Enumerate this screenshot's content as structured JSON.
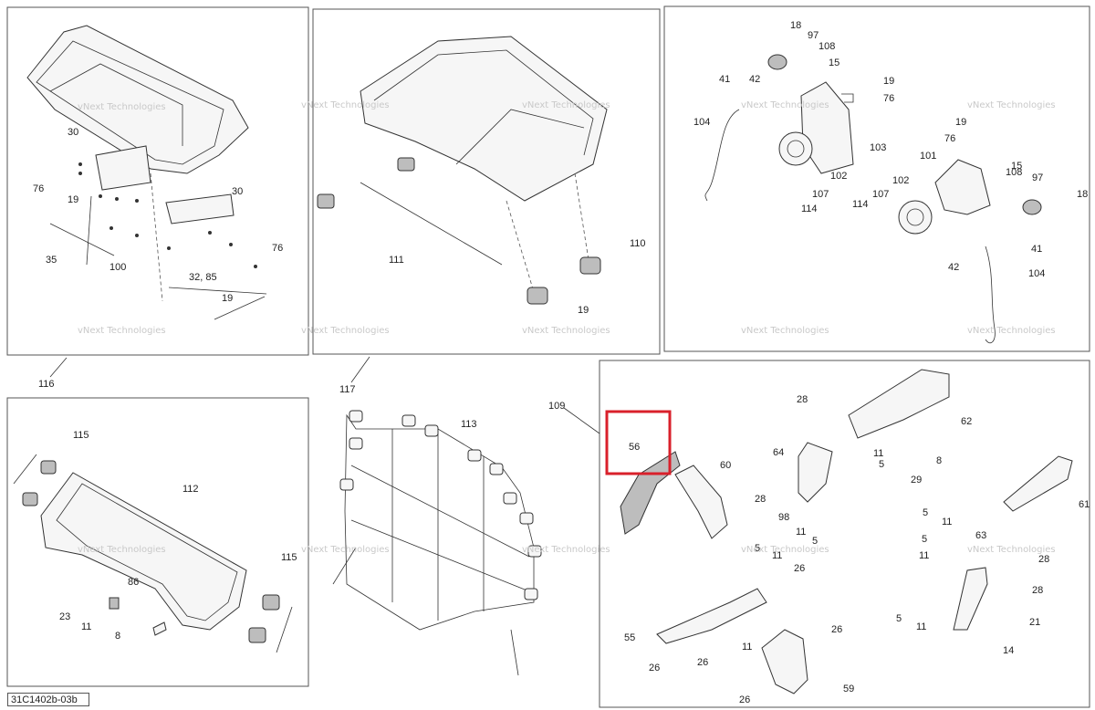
{
  "diagram_code": "31C1402b-03b",
  "watermark": "vNext Technologies",
  "highlight_color": "#d9202b",
  "callouts": {
    "top_left": [
      "30",
      "76",
      "19",
      "30",
      "35",
      "100",
      "32, 85",
      "19",
      "76"
    ],
    "top_left_group": "116",
    "top_middle": [
      "110",
      "111",
      "19"
    ],
    "top_middle_group": "117",
    "top_right": [
      "18",
      "97",
      "108",
      "15",
      "41",
      "42",
      "19",
      "76",
      "104",
      "103",
      "102",
      "107",
      "114",
      "19",
      "76",
      "15",
      "101",
      "108",
      "97",
      "18",
      "107",
      "114",
      "102",
      "41",
      "42",
      "104"
    ],
    "bottom_left": [
      "115",
      "112",
      "86",
      "23",
      "11",
      "8",
      "115"
    ],
    "bottom_middle": [
      "113"
    ],
    "bottom_middle_group": "109",
    "bottom_right": [
      "56",
      "60",
      "28",
      "64",
      "62",
      "11",
      "5",
      "8",
      "29",
      "28",
      "98",
      "11",
      "5",
      "61",
      "5",
      "11",
      "63",
      "5",
      "11",
      "28",
      "28",
      "5",
      "11",
      "21",
      "14",
      "5",
      "11",
      "55",
      "26",
      "26",
      "26",
      "11",
      "26",
      "59",
      "26"
    ]
  }
}
